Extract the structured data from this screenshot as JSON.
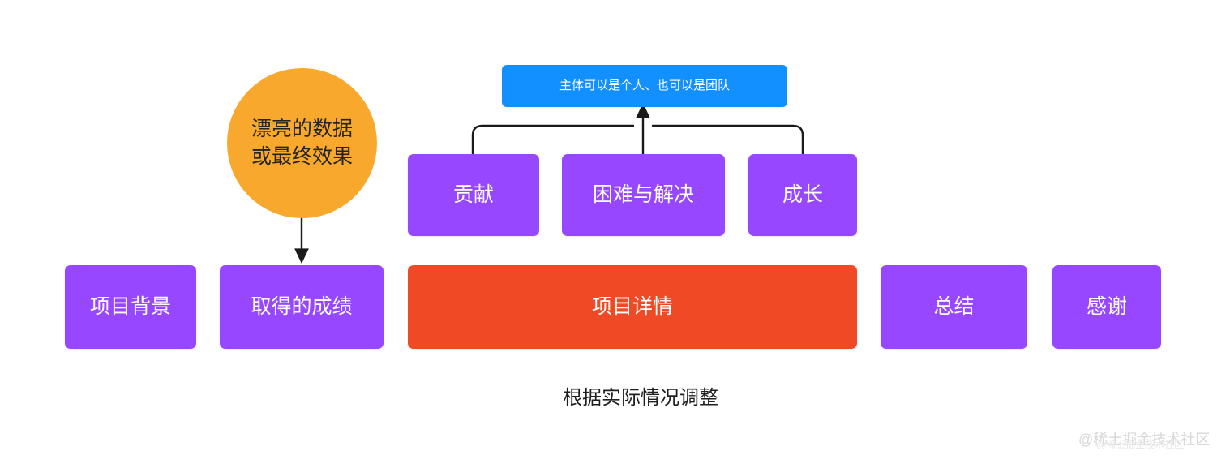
{
  "diagram": {
    "title_caption": "根据实际情况调整",
    "watermark": "@稀土掘金技术社区",
    "watermark_sub": "@稀土掘金技术社区",
    "colors": {
      "purple": "#9747ff",
      "orange": "#f9a82e",
      "red": "#ef4a25",
      "blue": "#1290ff",
      "connector": "#1a1a1a",
      "background": "#ffffff"
    },
    "callout": {
      "label": "主体可以是个人、也可以是团队"
    },
    "circle": {
      "line1": "漂亮的数据",
      "line2": "或最终效果"
    },
    "detail_items": [
      {
        "label": "贡献"
      },
      {
        "label": "困难与解决"
      },
      {
        "label": "成长"
      }
    ],
    "flow_items": [
      {
        "label": "项目背景"
      },
      {
        "label": "取得的成绩"
      },
      {
        "label": "项目详情"
      },
      {
        "label": "总结"
      },
      {
        "label": "感谢"
      }
    ]
  }
}
